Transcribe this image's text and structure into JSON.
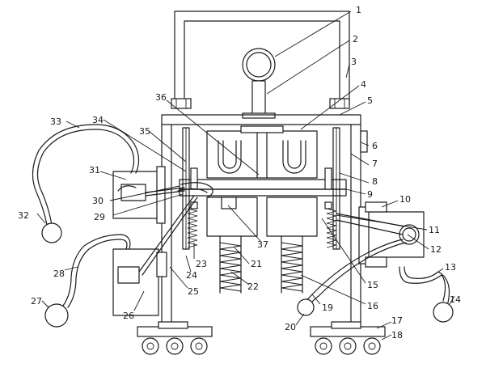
{
  "callouts": [
    "1",
    "2",
    "3",
    "4",
    "5",
    "6",
    "7",
    "8",
    "9",
    "10",
    "11",
    "12",
    "13",
    "14",
    "15",
    "16",
    "17",
    "18",
    "19",
    "20",
    "21",
    "22",
    "23",
    "24",
    "25",
    "26",
    "27",
    "28",
    "29",
    "30",
    "31",
    "32",
    "33",
    "34",
    "35",
    "36",
    "37"
  ]
}
